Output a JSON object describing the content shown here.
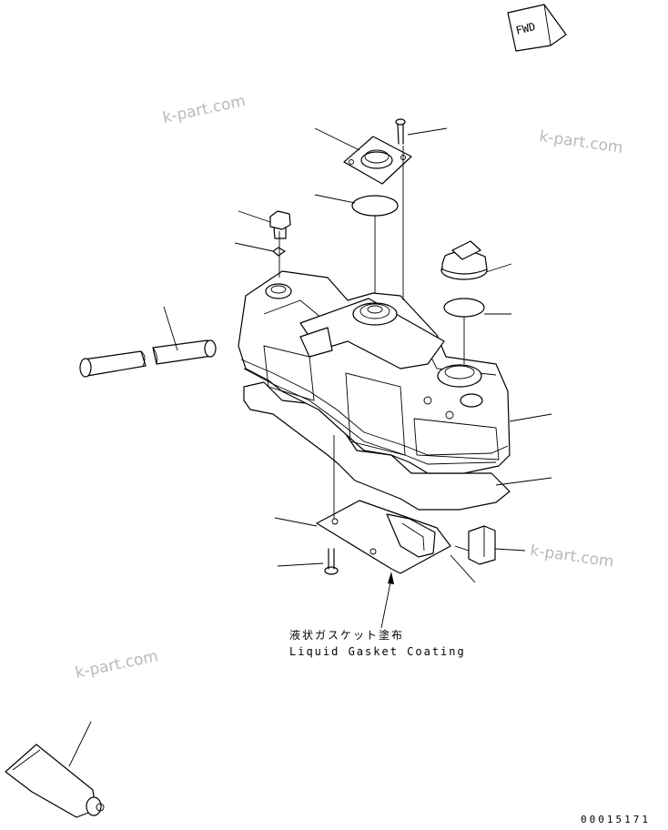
{
  "annotation": {
    "japanese": "液状ガスケット塗布",
    "english": "Liquid Gasket Coating"
  },
  "direction_marker": "FWD",
  "figure_code": "00015171",
  "watermark": "k-part.com"
}
